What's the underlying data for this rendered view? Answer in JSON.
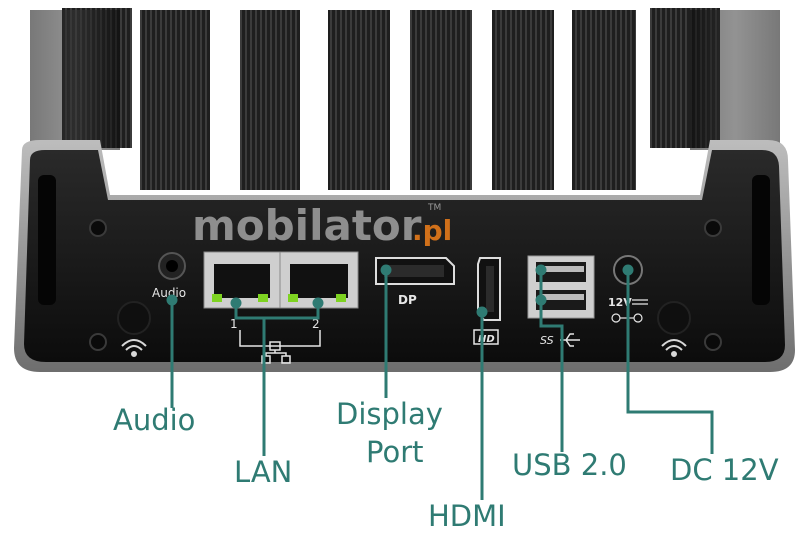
{
  "brand": {
    "name": "mobilator",
    "suffix": ".pl",
    "trademark": "TM"
  },
  "panel": {
    "audio_label": "Audio",
    "lan_port_1": "1",
    "lan_port_2": "2",
    "dp_label": "DP",
    "usb_logo": "SS",
    "dc_label": "12V"
  },
  "callouts": {
    "audio": "Audio",
    "lan": "LAN",
    "display_port_line1": "Display",
    "display_port_line2": "Port",
    "hdmi": "HDMI",
    "usb": "USB 2.0",
    "dc": "DC 12V"
  },
  "colors": {
    "callout_text": "#2f7b73",
    "leader_line": "#2f7b73",
    "chassis": "#141414",
    "lan_led": "#7ed321"
  }
}
